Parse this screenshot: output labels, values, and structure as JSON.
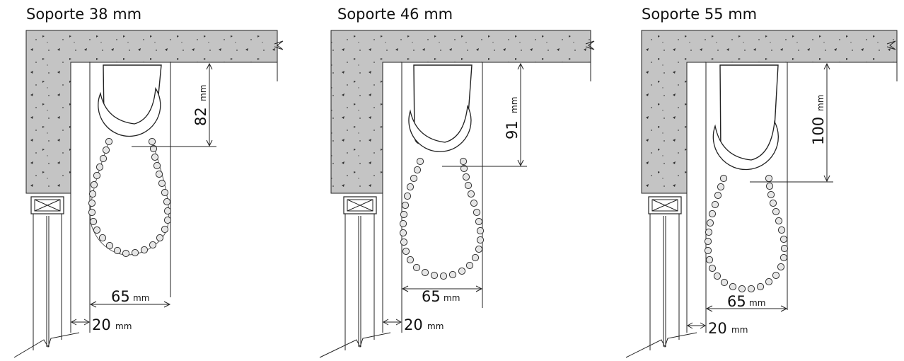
{
  "units": "mm",
  "panels": [
    {
      "title": "Soporte 38 mm",
      "height_value": "82",
      "width_value": "65",
      "gap_value": "20"
    },
    {
      "title": "Soporte 46 mm",
      "height_value": "91",
      "width_value": "65",
      "gap_value": "20"
    },
    {
      "title": "Soporte 55 mm",
      "height_value": "100",
      "width_value": "65",
      "gap_value": "20"
    }
  ]
}
